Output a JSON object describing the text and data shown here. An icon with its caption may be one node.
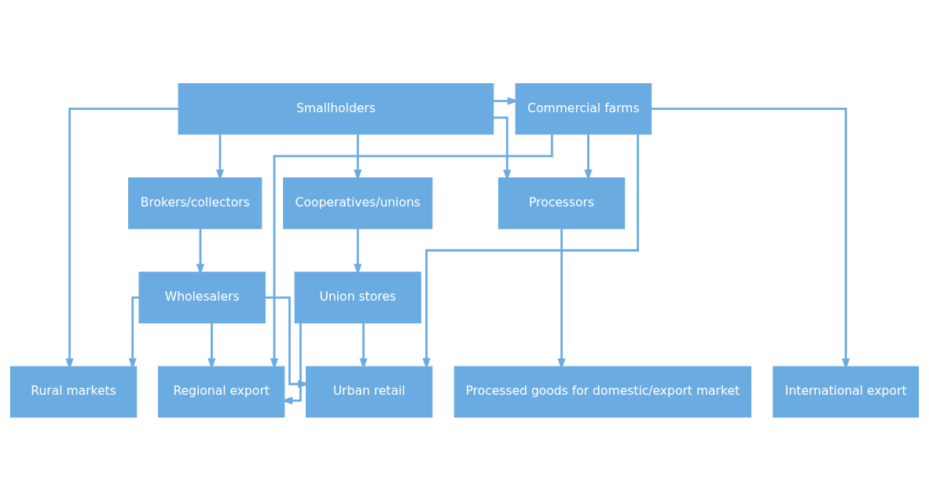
{
  "diagram": {
    "nodes": [
      {
        "text": [
          "Smallholders"
        ]
      },
      {
        "text": [
          "Commercial farms"
        ]
      },
      {
        "text": [
          "Cooperatives/unions"
        ]
      },
      {
        "text": [
          "Brokers/collectors"
        ]
      },
      {
        "text": [
          "Processors"
        ]
      },
      {
        "text": [
          "Union stores"
        ]
      },
      {
        "text": [
          "Wholesalers"
        ]
      },
      {
        "text": [
          "Rural markets"
        ]
      },
      {
        "text": [
          "Urban retail"
        ]
      },
      {
        "text": [
          "Regional export"
        ]
      },
      {
        "text": [
          "Processed goods for domestic/export market"
        ]
      },
      {
        "text": [
          "International export"
        ]
      }
    ],
    "edges": [
      {
        "from": 0,
        "to": 1,
        "arrow": "to"
      },
      {
        "from": 0,
        "to": 4,
        "arrow": "to"
      },
      {
        "from": 0,
        "to": 7,
        "arrow": "to"
      },
      {
        "from": 0,
        "to": 2,
        "arrow": "to"
      },
      {
        "from": 0,
        "to": 3,
        "arrow": "to"
      },
      {
        "from": 1,
        "to": 4,
        "arrow": "to"
      },
      {
        "from": 1,
        "to": 11,
        "arrow": "to"
      },
      {
        "from": 1,
        "to": 8,
        "arrow": "to"
      },
      {
        "from": 1,
        "to": 9,
        "arrow": "to"
      },
      {
        "from": 2,
        "to": 5,
        "arrow": "to"
      },
      {
        "from": 3,
        "to": 6,
        "arrow": "to"
      },
      {
        "from": 4,
        "to": 10,
        "arrow": "to"
      },
      {
        "from": 5,
        "to": 8,
        "arrow": "to"
      },
      {
        "from": 5,
        "to": 9,
        "arrow": "to"
      },
      {
        "from": 6,
        "to": 9,
        "arrow": "to"
      },
      {
        "from": 6,
        "to": 7,
        "arrow": "to"
      },
      {
        "from": 6,
        "to": 8,
        "arrow": "to"
      }
    ]
  }
}
